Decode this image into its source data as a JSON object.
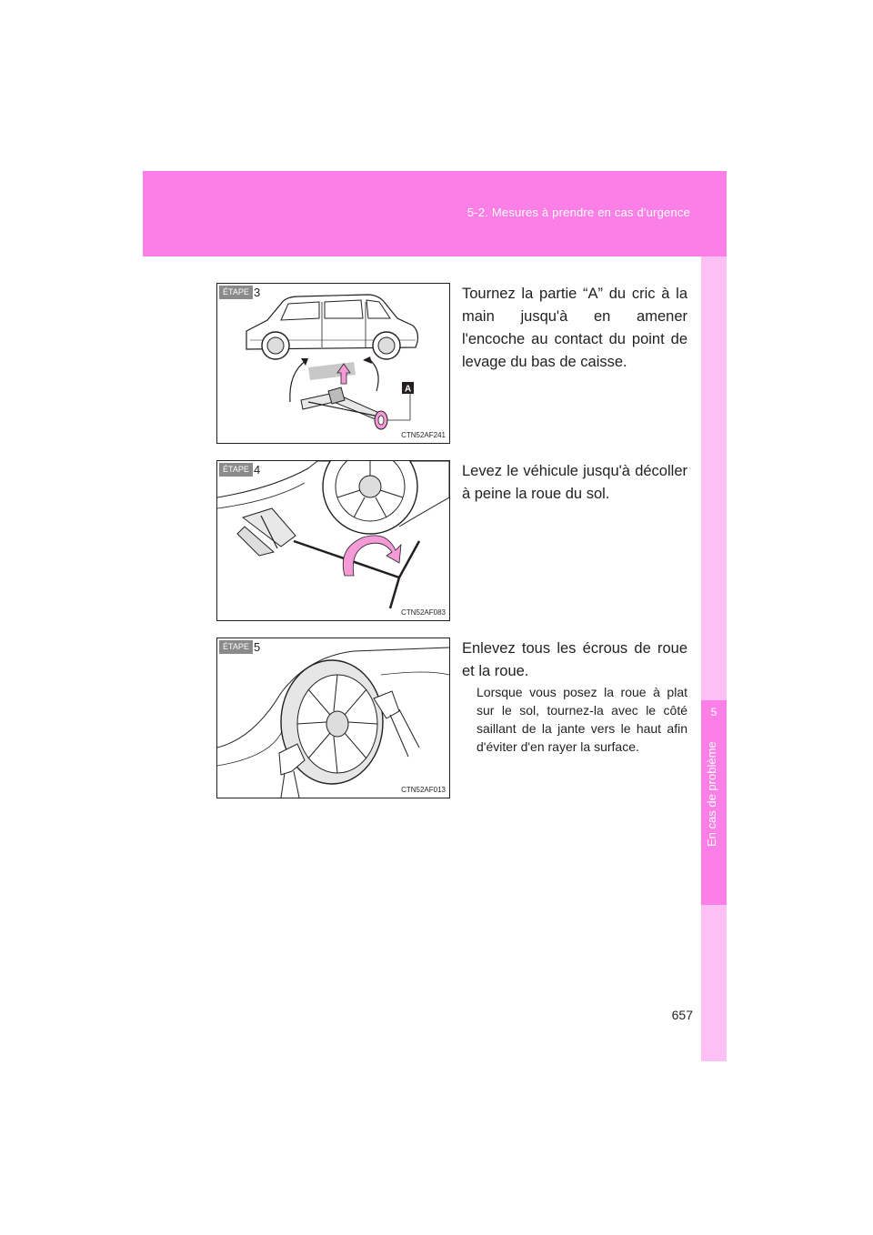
{
  "header": {
    "section_title": "5-2. Mesures à prendre en cas d'urgence"
  },
  "side_tab": {
    "chapter_number": "5",
    "chapter_label": "En cas de problème"
  },
  "steps": [
    {
      "badge": "ÉTAPE",
      "number": "3",
      "figure_code": "CTN52AF241",
      "callout": "A",
      "text": "Tournez la partie “A” du cric à la main jusqu'à en amener l'encoche au contact du point de levage du bas de caisse."
    },
    {
      "badge": "ÉTAPE",
      "number": "4",
      "figure_code": "CTN52AF083",
      "text": "Levez le véhicule jusqu'à décoller à peine la roue du sol."
    },
    {
      "badge": "ÉTAPE",
      "number": "5",
      "figure_code": "CTN52AF013",
      "text": "Enlevez tous les écrous de roue et la roue.",
      "note": "Lorsque vous posez la roue à plat sur le sol, tournez-la avec le côté saillant de la jante vers le haut afin d'éviter d'en rayer la surface."
    }
  ],
  "page_number": "657",
  "colors": {
    "accent": "#fb7fe6",
    "accent_light": "#fcc0f5",
    "arrow": "#f49ad6"
  }
}
